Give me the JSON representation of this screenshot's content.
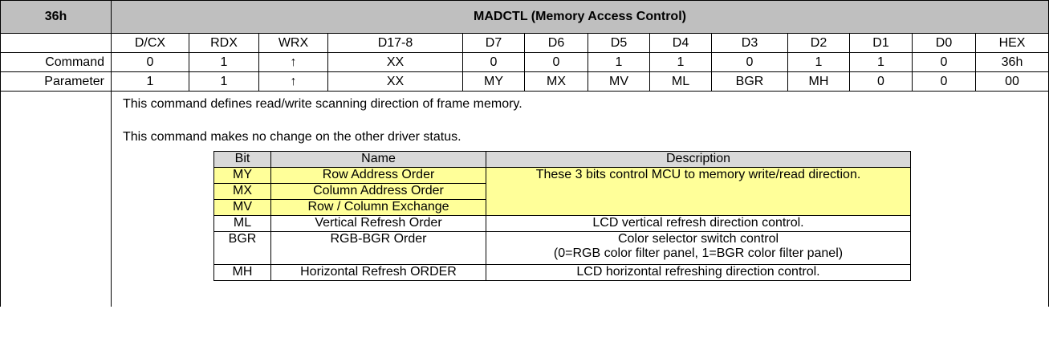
{
  "title": {
    "code": "36h",
    "name": "MADCTL (Memory Access Control)"
  },
  "columns": [
    "",
    "D/CX",
    "RDX",
    "WRX",
    "D17-8",
    "D7",
    "D6",
    "D5",
    "D4",
    "D3",
    "D2",
    "D1",
    "D0",
    "HEX"
  ],
  "rows": [
    {
      "label": "Command",
      "cells": [
        "0",
        "1",
        "↑",
        "XX",
        "0",
        "0",
        "1",
        "1",
        "0",
        "1",
        "1",
        "0",
        "36h"
      ]
    },
    {
      "label": "Parameter",
      "cells": [
        "1",
        "1",
        "↑",
        "XX",
        "MY",
        "MX",
        "MV",
        "ML",
        "BGR",
        "MH",
        "0",
        "0",
        "00"
      ]
    }
  ],
  "description": {
    "line1": "This command defines read/write scanning direction of frame memory.",
    "line2": "This command makes no change on the other driver status."
  },
  "bit_table": {
    "headers": [
      "Bit",
      "Name",
      "Description"
    ],
    "rows": [
      {
        "bit": "MY",
        "name": "Row Address Order"
      },
      {
        "bit": "MX",
        "name": "Column Address Order"
      },
      {
        "bit": "MV",
        "name": "Row / Column Exchange"
      },
      {
        "bit": "ML",
        "name": "Vertical Refresh Order",
        "desc": "LCD vertical refresh direction control."
      },
      {
        "bit": "BGR",
        "name": "RGB-BGR Order",
        "desc_line1": "Color selector switch control",
        "desc_line2": "(0=RGB color filter panel, 1=BGR color filter panel)"
      },
      {
        "bit": "MH",
        "name": "Horizontal Refresh ORDER",
        "desc": "LCD horizontal refreshing direction control."
      }
    ],
    "group_desc": "These 3 bits control MCU to memory write/read direction.",
    "highlight_color": "#ffff99",
    "header_color": "#bfbfbf"
  }
}
